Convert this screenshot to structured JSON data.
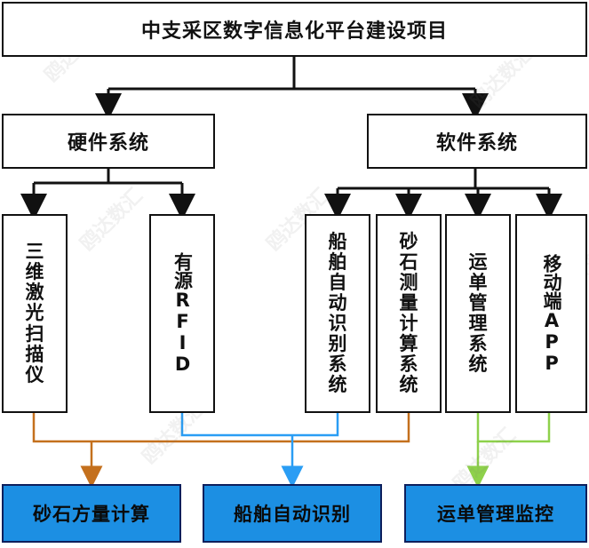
{
  "title": "中支采区数字信息化平台建设项目",
  "hardware": {
    "label": "硬件系统",
    "items": [
      "三维激光扫描仪",
      "有源RFID"
    ]
  },
  "software": {
    "label": "软件系统",
    "items": [
      "船舶自动识别系统",
      "砂石测量计算系统",
      "运单管理系统",
      "移动端APP"
    ]
  },
  "outputs": [
    "砂石方量计算",
    "船舶自动识别",
    "运单管理监控"
  ],
  "colors": {
    "output_fill": "#1c8fe3",
    "line_orange": "#c4701d",
    "line_blue": "#2a9df4",
    "line_green": "#8ed14b",
    "line_black": "#111111"
  },
  "watermark": "鸥达数汇"
}
